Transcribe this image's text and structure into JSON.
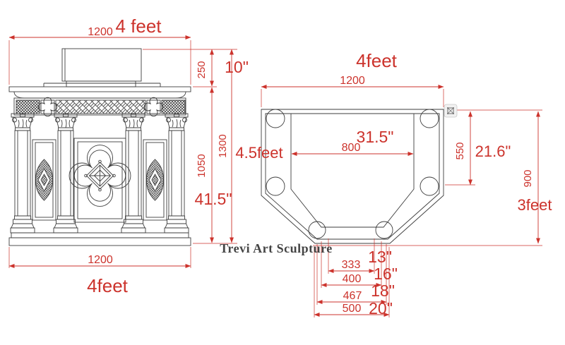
{
  "colors": {
    "dimension_red": "#cc332c",
    "drawing_line": "#3d3d3d",
    "watermark_gray": "#353535"
  },
  "watermark": {
    "text": "Trevi Art Sculpture"
  },
  "stamp_icon": {
    "name": "stamp-icon"
  },
  "front_view": {
    "top_width_mm": "1200",
    "top_width_ft": "4 feet",
    "lectern_height_mm": "250",
    "lectern_height_in": "10\"",
    "body_height_mm": "1050",
    "overall_height_mm": "1300",
    "body_height_in": "41.5\"",
    "base_width_mm": "1200",
    "base_width_ft": "4feet"
  },
  "plan_view": {
    "title": "4feet",
    "overall_width_mm": "1200",
    "opening_width_in": "31.5\"",
    "opening_width_mm": "800",
    "depth_label_ft": "4.5feet",
    "side_depth_mm": "550",
    "side_depth_in": "21.6\"",
    "overall_depth_mm": "900",
    "overall_depth_ft": "3feet",
    "bottom_dims": [
      {
        "mm": "333",
        "inch": "13\""
      },
      {
        "mm": "400",
        "inch": "16\""
      },
      {
        "mm": "467",
        "inch": "18\""
      },
      {
        "mm": "500",
        "inch": "20\""
      }
    ]
  }
}
